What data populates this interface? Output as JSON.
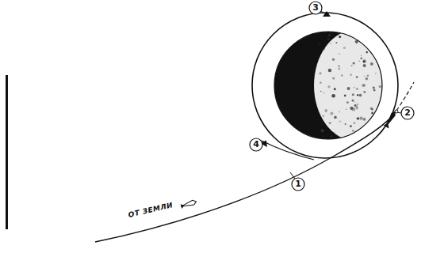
{
  "diagram": {
    "labels": [
      "ОТ ЗЕМЛИ",
      "1",
      "2",
      "3",
      "4"
    ]
  }
}
